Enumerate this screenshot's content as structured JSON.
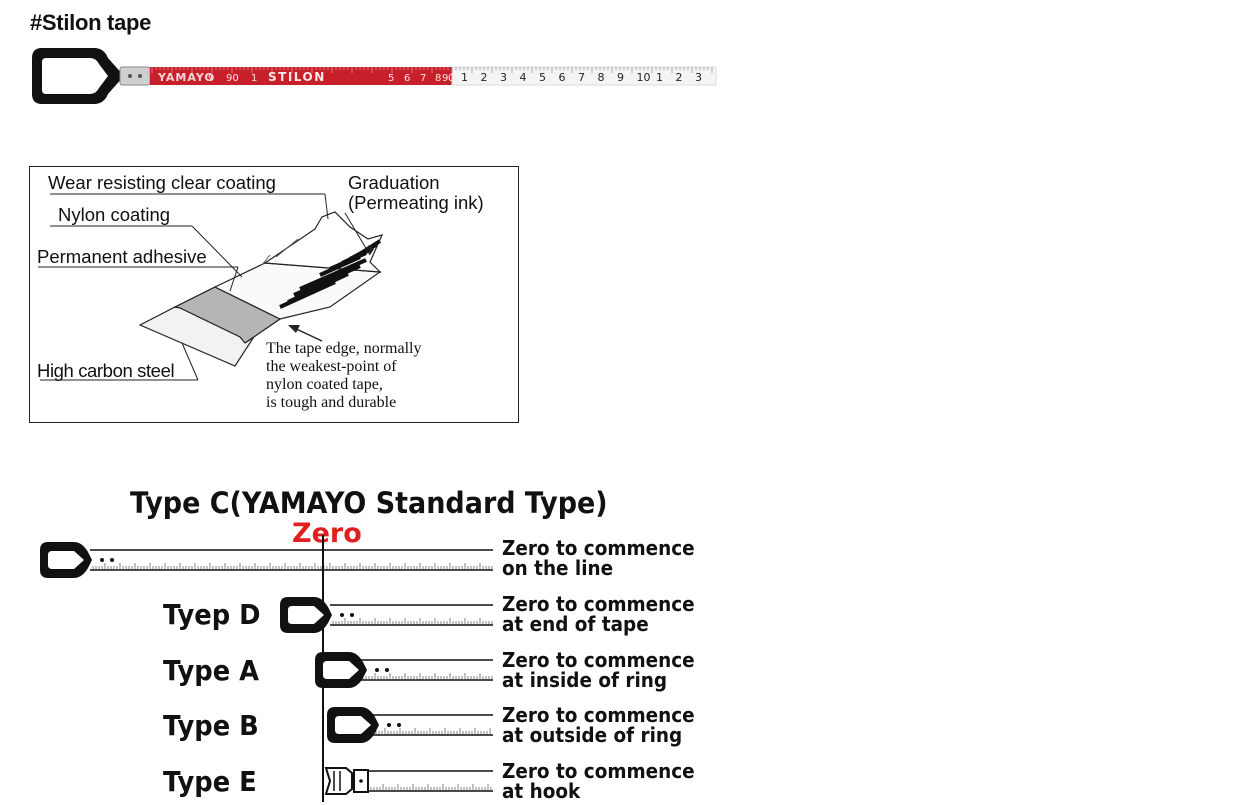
{
  "page_title": "#Stilon tape",
  "tape_photo": {
    "brand_text": "YAMAYO",
    "product_text": "STILON",
    "red_section_numbers": [
      "9",
      "90",
      "1",
      "5",
      "6",
      "7",
      "8",
      "9",
      "0"
    ],
    "white_section_numbers": [
      "1",
      "2",
      "3",
      "4",
      "5",
      "6",
      "7",
      "8",
      "9",
      "10",
      "1",
      "2",
      "3"
    ],
    "colors": {
      "red": "#c8202a",
      "white": "#f3f3f3",
      "handle": "#111111"
    }
  },
  "layer_diagram": {
    "labels": {
      "wear_coating": "Wear resisting clear coating",
      "nylon": "Nylon coating",
      "adhesive": "Permanent adhesive",
      "steel": "High carbon steel",
      "graduation_line1": "Graduation",
      "graduation_line2": "(Permeating ink)"
    },
    "edge_note": [
      "The tape edge, normally",
      "the weakest-point of",
      "nylon coated tape,",
      "is tough and durable"
    ]
  },
  "types": {
    "heading": "Type C(YAMAYO Standard Type)",
    "zero_label": "Zero",
    "zero_color": "#e02020",
    "rows": [
      {
        "name": "",
        "desc1": "Zero to commence",
        "desc2": "on the line"
      },
      {
        "name": "Tyep D",
        "desc1": "Zero to commence",
        "desc2": "at end of tape"
      },
      {
        "name": "Type A",
        "desc1": "Zero to commence",
        "desc2": "at inside of ring"
      },
      {
        "name": "Type B",
        "desc1": "Zero to commence",
        "desc2": "at outside of ring"
      },
      {
        "name": "Type E",
        "desc1": "Zero to commence",
        "desc2": "at hook"
      }
    ]
  }
}
